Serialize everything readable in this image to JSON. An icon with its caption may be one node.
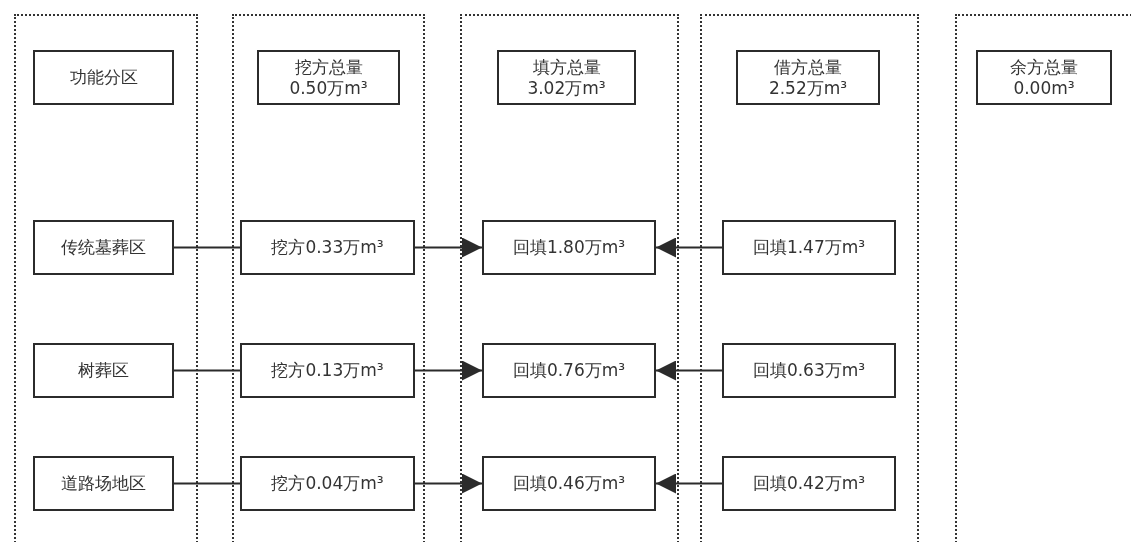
{
  "diagram": {
    "nodes": [
      {
        "text": [],
        "shape": "box"
      },
      {
        "text": [
          "功能分区"
        ],
        "in": 0
      },
      {
        "text": [
          "传统墓葬区"
        ],
        "in": 0
      },
      {
        "text": [
          "树葬区"
        ],
        "in": 0
      },
      {
        "text": [
          "道路场地区"
        ],
        "in": 0
      },
      {
        "text": [],
        "shape": "box"
      },
      {
        "text": [
          "挖方总量 0.50万m³"
        ],
        "in": 5
      },
      {
        "text": [
          "挖方0.33万m³"
        ],
        "in": 5
      },
      {
        "text": [
          "挖方0.13万m³"
        ],
        "in": 5
      },
      {
        "text": [
          "挖方0.04万m³"
        ],
        "in": 5
      },
      {
        "text": [],
        "shape": "box"
      },
      {
        "text": [
          "填方总量 3.02万m³"
        ],
        "in": 10
      },
      {
        "text": [
          "回填1.80万m³"
        ],
        "in": 10
      },
      {
        "text": [
          "回填0.76万m³"
        ],
        "in": 10
      },
      {
        "text": [
          "回填0.46万m³"
        ],
        "in": 10
      },
      {
        "text": [],
        "shape": "box"
      },
      {
        "text": [
          "借方总量 2.52万m³"
        ],
        "in": 15
      },
      {
        "text": [
          "回填1.47万m³"
        ],
        "in": 15
      },
      {
        "text": [
          "回填0.63万m³"
        ],
        "in": 15
      },
      {
        "text": [
          "回填0.42万m³"
        ],
        "in": 15
      },
      {
        "text": [],
        "shape": "box"
      },
      {
        "text": [
          "余方总量 0.00m³"
        ],
        "in": 20
      }
    ],
    "edges": [
      {
        "from": 2,
        "to": 7,
        "arrow": "none"
      },
      {
        "from": 7,
        "to": 12,
        "arrow": "to"
      },
      {
        "from": 17,
        "to": 12,
        "arrow": "to"
      },
      {
        "from": 3,
        "to": 8,
        "arrow": "none"
      },
      {
        "from": 8,
        "to": 13,
        "arrow": "to"
      },
      {
        "from": 18,
        "to": 13,
        "arrow": "to"
      },
      {
        "from": 4,
        "to": 9,
        "arrow": "none"
      },
      {
        "from": 9,
        "to": 14,
        "arrow": "to"
      },
      {
        "from": 19,
        "to": 14,
        "arrow": "to"
      }
    ]
  }
}
